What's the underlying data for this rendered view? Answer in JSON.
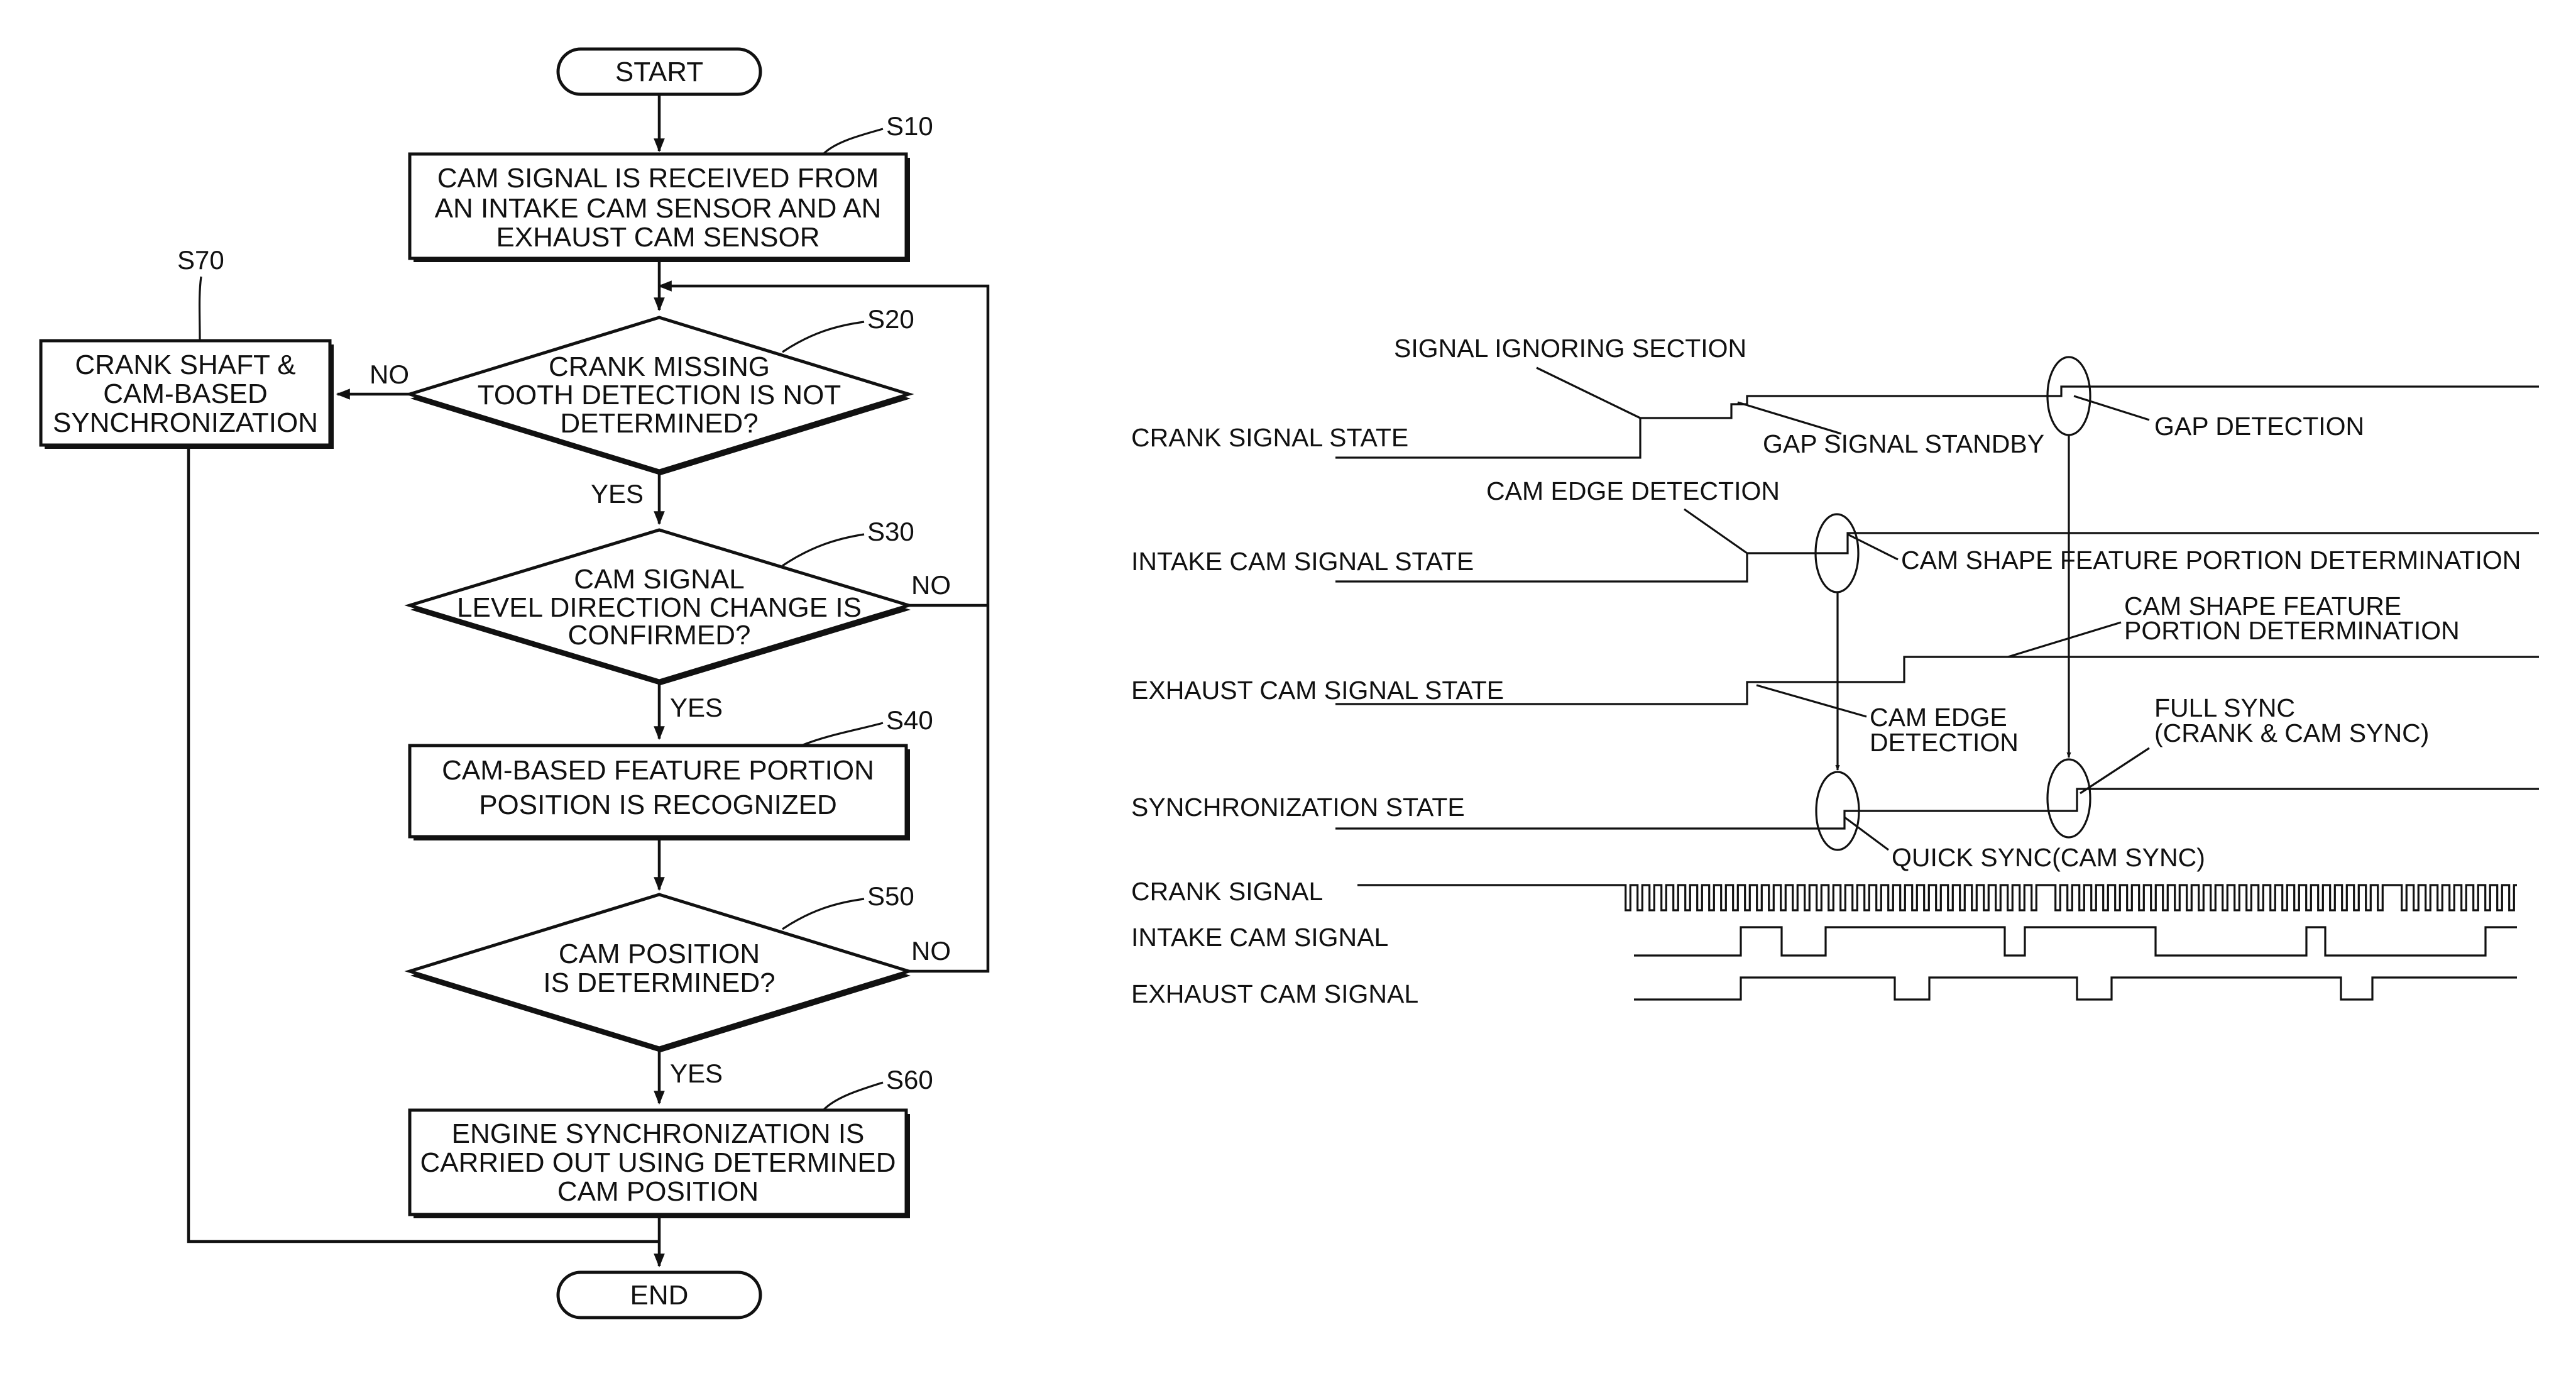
{
  "flowchart": {
    "start": "START",
    "end": "END",
    "steps": [
      {
        "id": "S10",
        "lines": [
          "CAM SIGNAL IS RECEIVED FROM",
          "AN INTAKE CAM SENSOR AND AN",
          "EXHAUST CAM SENSOR"
        ]
      },
      {
        "id": "S20",
        "lines": [
          "CRANK MISSING",
          "TOOTH DETECTION IS NOT",
          "DETERMINED?"
        ]
      },
      {
        "id": "S30",
        "lines": [
          "CAM SIGNAL",
          "LEVEL DIRECTION CHANGE IS",
          "CONFIRMED?"
        ]
      },
      {
        "id": "S40",
        "lines": [
          "CAM-BASED FEATURE PORTION",
          "POSITION IS RECOGNIZED"
        ]
      },
      {
        "id": "S50",
        "lines": [
          "CAM POSITION",
          "IS DETERMINED?"
        ]
      },
      {
        "id": "S60",
        "lines": [
          "ENGINE SYNCHRONIZATION IS",
          "CARRIED OUT USING DETERMINED",
          "CAM POSITION"
        ]
      },
      {
        "id": "S70",
        "lines": [
          "CRANK SHAFT &",
          "CAM-BASED",
          "SYNCHRONIZATION"
        ]
      }
    ],
    "branch_labels": {
      "yes": "YES",
      "no": "NO"
    }
  },
  "timing": {
    "rows": {
      "crank_state": "CRANK SIGNAL STATE",
      "intake_state": "INTAKE CAM SIGNAL STATE",
      "exhaust_state": "EXHAUST CAM SIGNAL STATE",
      "sync_state": "SYNCHRONIZATION STATE",
      "crank_signal": "CRANK SIGNAL",
      "intake_signal": "INTAKE CAM SIGNAL",
      "exhaust_signal": "EXHAUST CAM SIGNAL"
    },
    "annotations": {
      "signal_ignoring": "SIGNAL IGNORING SECTION",
      "gap_standby": "GAP SIGNAL STANDBY",
      "gap_detection": "GAP DETECTION",
      "cam_edge_top": "CAM EDGE DETECTION",
      "cam_shape_intake": "CAM SHAPE FEATURE PORTION DETERMINATION",
      "cam_shape_exhaust": [
        "CAM SHAPE FEATURE",
        "PORTION DETERMINATION"
      ],
      "cam_edge_bottom": [
        "CAM EDGE",
        "DETECTION"
      ],
      "full_sync": [
        "FULL SYNC",
        "(CRANK & CAM SYNC)"
      ],
      "quick_sync": "QUICK SYNC(CAM SYNC)"
    }
  },
  "colors": {
    "ink": "#111111",
    "paper": "#ffffff"
  }
}
